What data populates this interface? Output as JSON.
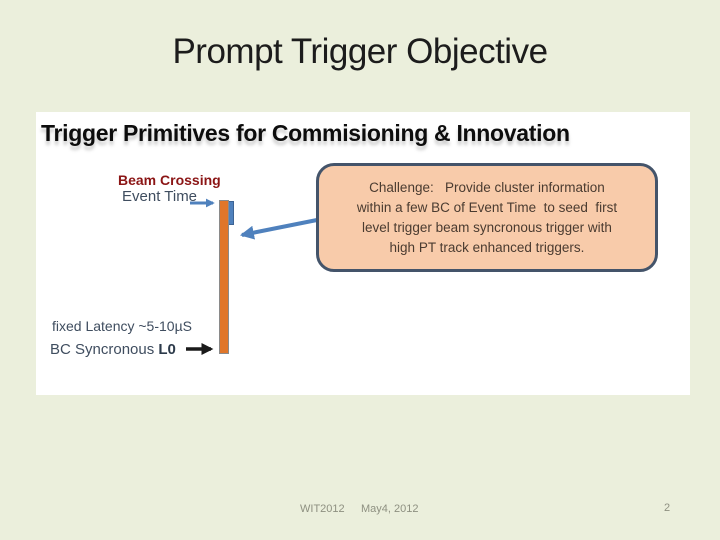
{
  "slide": {
    "title": "Prompt Trigger Objective",
    "footer": {
      "conference": "WIT2012",
      "date": "May4, 2012",
      "page_number": "2"
    }
  },
  "panel": {
    "heading": "Trigger Primitives for Commisioning & Innovation",
    "beam_crossing_label": "Beam Crossing",
    "event_time_label": "Event Time",
    "challenge_callout": "Challenge:   Provide cluster information\nwithin a few BC of Event Time  to seed  first\nlevel trigger beam syncronous trigger with\nhigh PT track enhanced triggers.",
    "fixed_latency_label": "fixed Latency ~5-10µS",
    "bc_syncronous_label": "BC Syncronous ",
    "bc_syncronous_level": "L0"
  },
  "colors": {
    "slide_background": "#ebefdc",
    "panel_background": "#ffffff",
    "accent_blue": "#4f81bd",
    "bar_orange": "#e0762a",
    "bar_border_gray": "#8a8a8a",
    "callout_fill": "#f8cbaa",
    "callout_border": "#44546a",
    "beam_crossing_red": "#8b1515",
    "slate_text": "#3f4d5f",
    "bc_arrow_black": "#1a1a1a",
    "footer_gray": "#8e9081"
  }
}
